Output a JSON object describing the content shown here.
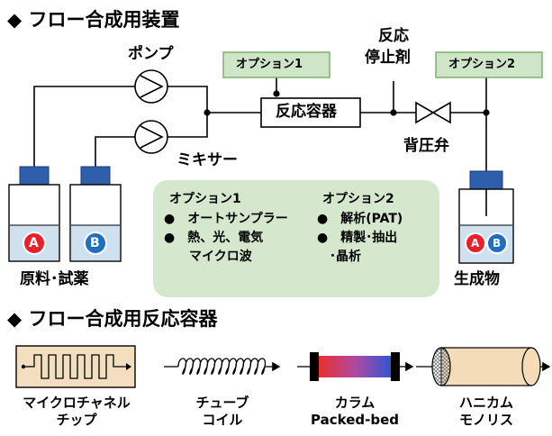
{
  "section1_title": "◆ フロー合成用装置",
  "section2_title": "◆ フロー合成用反応容器",
  "labels": {
    "pump": "ポンプ",
    "mixer": "ミキサー",
    "reactor": "反応容器",
    "quench_line1": "反応",
    "quench_line2": "停止剤",
    "back_pressure": "背圧弁",
    "raw_materials": "原料･試薬",
    "product": "生成物",
    "option1_tag": "オプション1",
    "option2_tag": "オプション2"
  },
  "bottles": {
    "a": "A",
    "b": "B",
    "product_a": "A",
    "product_b": "B"
  },
  "options_box": {
    "option1_title": "オプション1",
    "option1_items": [
      "●　オートサンプラー",
      "●　熱、光、電気",
      "　　マイクロ波"
    ],
    "option2_title": "オプション2",
    "option2_items": [
      "●　解析(PAT)",
      "●　精製･抽出",
      "　･晶析"
    ]
  },
  "reactors": [
    {
      "line1": "マイクロチャネル",
      "line2": "チップ"
    },
    {
      "line1": "チューブ",
      "line2": "コイル"
    },
    {
      "line1": "カラム",
      "line2": "Packed-bed"
    },
    {
      "line1": "ハニカム",
      "line2": "モノリス"
    }
  ],
  "colors": {
    "tag_fill": "#cfe5c8",
    "tag_stroke": "#7fb06f",
    "box_fill": "#d5e8cd",
    "bottle_cap": "#2f5faa",
    "liquid": "#cfe0ef",
    "circle_a": "#e8202a",
    "circle_b": "#1f6fc0",
    "honeycomb": "#f5dcb8"
  }
}
